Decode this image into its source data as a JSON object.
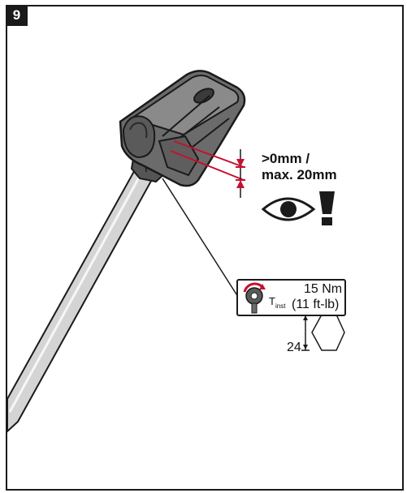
{
  "step": {
    "number": "9"
  },
  "dimension": {
    "line1": ">0mm /",
    "line2": "max. 20mm"
  },
  "torque": {
    "value": "15 Nm",
    "imperial": "(11 ft-lb)",
    "symbol": "T",
    "symbol_sub": "inst"
  },
  "wrench": {
    "size": "24"
  },
  "colors": {
    "accent": "#c8102e",
    "dark": "#1a1a1a",
    "part_gray": "#6b6b6b",
    "rod_gray": "#cfcfcf"
  },
  "icons": [
    "eye-icon",
    "exclamation-icon",
    "torque-wrench-icon",
    "hex-nut-icon"
  ]
}
